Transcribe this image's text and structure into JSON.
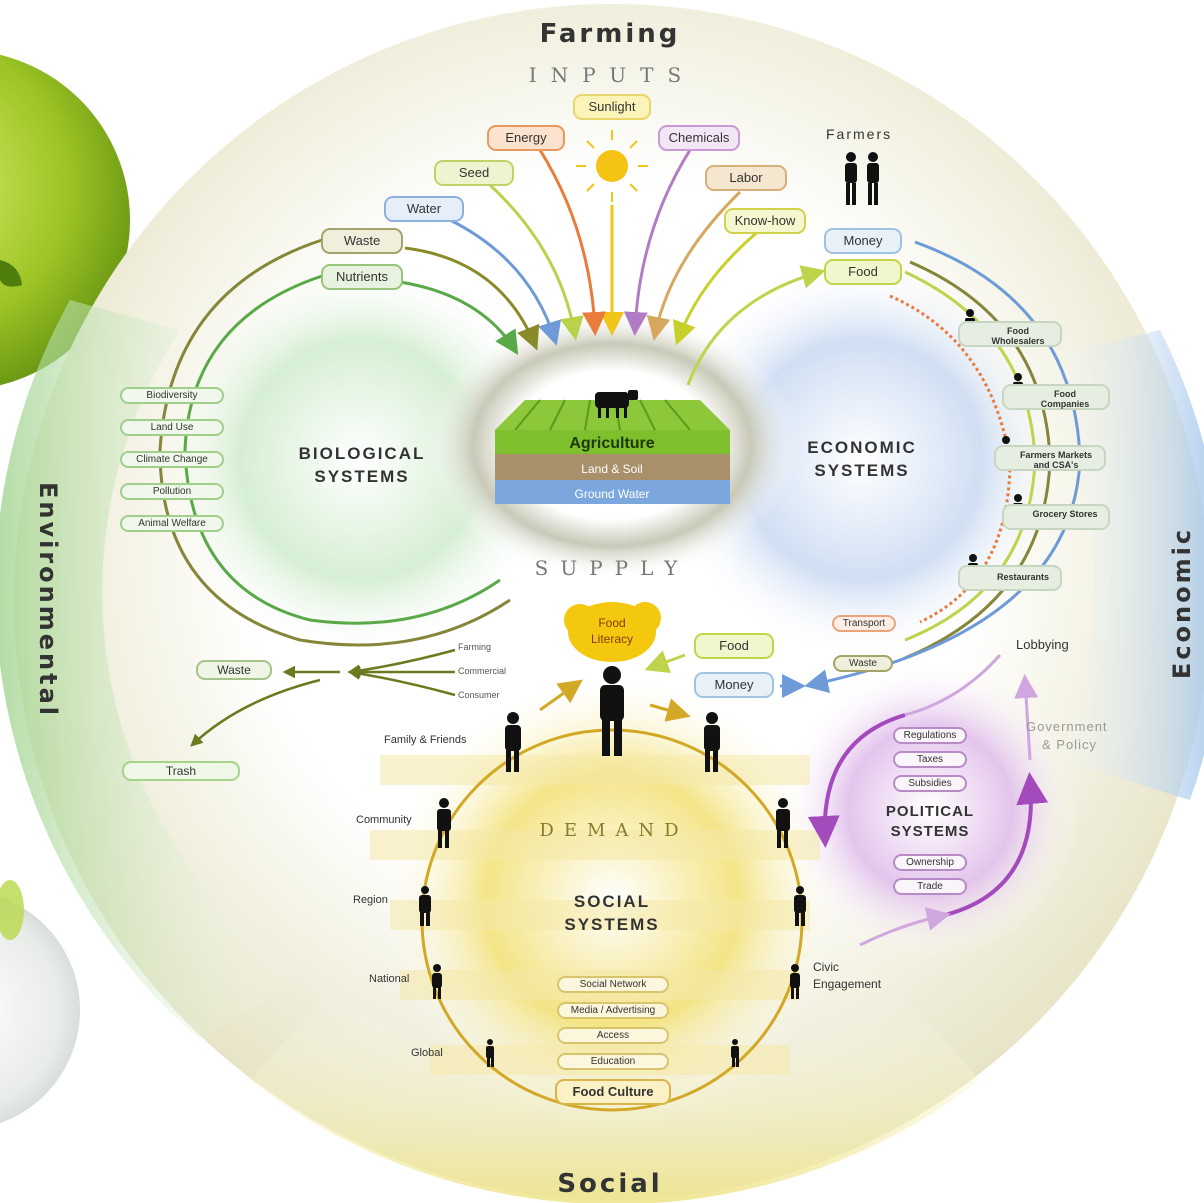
{
  "outer": {
    "top": "Farming",
    "left": "Environmental",
    "right": "Economic",
    "bottom": "Social"
  },
  "arcs": {
    "inputs": "INPUTS",
    "supply": "SUPPLY",
    "demand": "DEMAND"
  },
  "inputs": {
    "sunlight": "Sunlight",
    "energy": "Energy",
    "chemicals": "Chemicals",
    "seed": "Seed",
    "labor": "Labor",
    "water": "Water",
    "knowhow": "Know-how",
    "waste": "Waste",
    "nutrients": "Nutrients"
  },
  "center": {
    "agriculture": "Agriculture",
    "land": "Land & Soil",
    "groundwater": "Ground Water"
  },
  "biological": {
    "title1": "BIOLOGICAL",
    "title2": "SYSTEMS",
    "items": [
      "Biodiversity",
      "Land Use",
      "Climate Change",
      "Pollution",
      "Animal Welfare"
    ]
  },
  "economic": {
    "title1": "ECONOMIC",
    "title2": "SYSTEMS",
    "farmers": "Farmers",
    "money": "Money",
    "food": "Food",
    "wholesalers": "Food Wholesalers",
    "companies": "Food Companies",
    "markets": "Farmers Markets and CSA's",
    "grocery": "Grocery Stores",
    "restaurants": "Restaurants",
    "transport": "Transport",
    "food2": "Food",
    "waste2": "Waste",
    "money2": "Money"
  },
  "supply": {
    "waste": "Waste",
    "trash": "Trash",
    "farming": "Farming",
    "commercial": "Commercial",
    "consumer": "Consumer"
  },
  "social": {
    "title1": "SOCIAL",
    "title2": "SYSTEMS",
    "literacy1": "Food",
    "literacy2": "Literacy",
    "levels": [
      "Family & Friends",
      "Community",
      "Region",
      "National",
      "Global"
    ],
    "items": [
      "Social Network",
      "Media / Advertising",
      "Access",
      "Education"
    ],
    "culture": "Food Culture",
    "civic1": "Civic",
    "civic2": "Engagement"
  },
  "political": {
    "title1": "POLITICAL",
    "title2": "SYSTEMS",
    "lobbying": "Lobbying",
    "gov1": "Government",
    "gov2": "& Policy",
    "items": [
      "Regulations",
      "Taxes",
      "Subsidies"
    ],
    "items2": [
      "Ownership",
      "Trade"
    ]
  }
}
